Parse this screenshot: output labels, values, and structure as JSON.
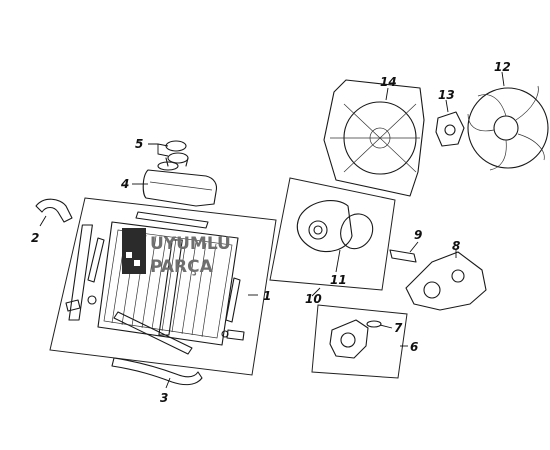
{
  "diagram": {
    "callouts": [
      "1",
      "2",
      "3",
      "4",
      "5",
      "6",
      "7",
      "8",
      "9",
      "10",
      "11",
      "12",
      "13",
      "14"
    ],
    "watermark": {
      "line1": "UYUMLU",
      "line2": "PARÇA"
    },
    "colors": {
      "ink": "#1a1a1a",
      "watermark": "#6f6f6f",
      "logo_block": "#2b2b2b",
      "background": "#ffffff"
    }
  }
}
